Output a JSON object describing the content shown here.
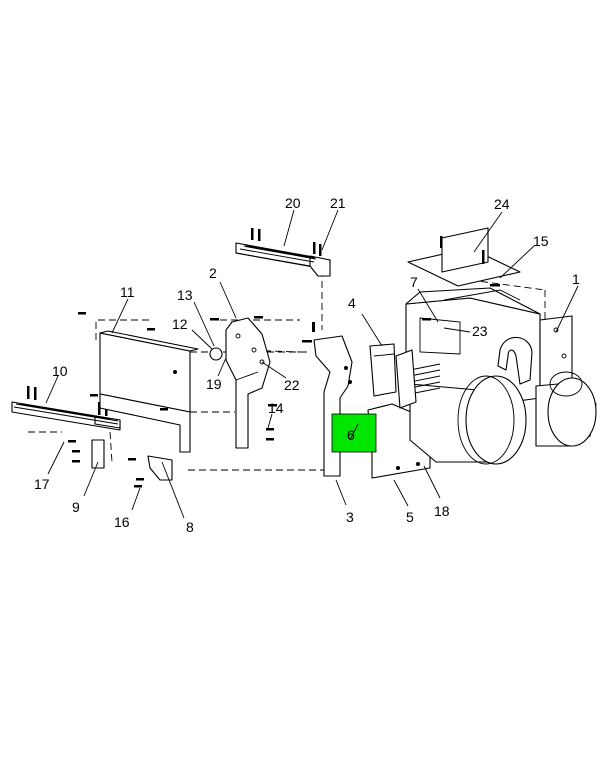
{
  "highlight": {
    "color": "#00e600",
    "label": "6"
  },
  "callouts": {
    "c1": "1",
    "c2": "2",
    "c3": "3",
    "c4": "4",
    "c5": "5",
    "c7": "7",
    "c8": "8",
    "c9": "9",
    "c10": "10",
    "c11": "11",
    "c12": "12",
    "c13": "13",
    "c14": "14",
    "c15": "15",
    "c16": "16",
    "c17": "17",
    "c18": "18",
    "c19": "19",
    "c20": "20",
    "c21": "21",
    "c22": "22",
    "c23": "23",
    "c24": "24"
  }
}
